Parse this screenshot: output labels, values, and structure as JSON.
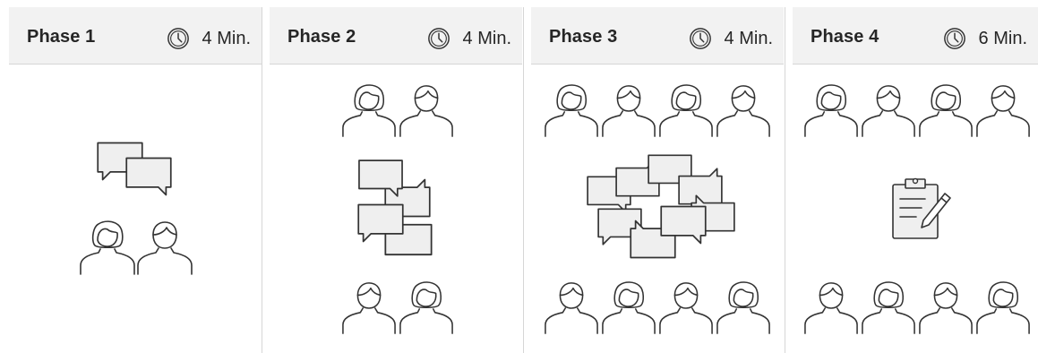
{
  "phases": [
    {
      "title": "Phase 1",
      "duration": "4 Min."
    },
    {
      "title": "Phase 2",
      "duration": "4 Min."
    },
    {
      "title": "Phase 3",
      "duration": "4 Min."
    },
    {
      "title": "Phase 4",
      "duration": "6 Min."
    }
  ],
  "colors": {
    "header_bg": "#f2f2f2",
    "text": "#262626",
    "icon_stroke": "#333333",
    "bubble_fill": "#efefef",
    "divider": "#d6d6d6"
  },
  "icons": [
    "clock-icon",
    "speech-bubbles-icon",
    "person-female-icon",
    "person-male-icon",
    "clipboard-pencil-icon"
  ]
}
